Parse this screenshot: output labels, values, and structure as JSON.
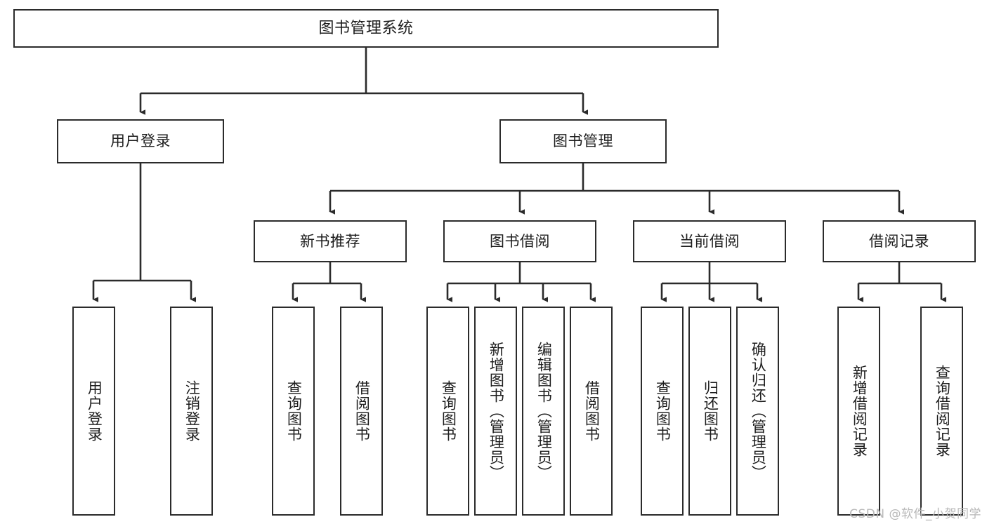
{
  "diagram": {
    "title": "图书管理系统",
    "watermark": "CSDN @软件_小贺同学",
    "line_color": "#2b2b2b",
    "box_border_color": "#2b2b2b",
    "box_fill_color": "#ffffff",
    "text_color": "#1d1d1d",
    "watermark_color": "#b8b8b8"
  },
  "nodes": {
    "root": {
      "label": "图书管理系统"
    },
    "level1": [
      {
        "label": "用户登录"
      },
      {
        "label": "图书管理"
      }
    ],
    "level2": [
      {
        "label": "新书推荐"
      },
      {
        "label": "图书借阅"
      },
      {
        "label": "当前借阅"
      },
      {
        "label": "借阅记录"
      }
    ],
    "leaves": {
      "user_login": [
        {
          "label": "用户登录"
        },
        {
          "label": "注销登录"
        }
      ],
      "new_book_recommend": [
        {
          "label": "查询图书"
        },
        {
          "label": "借阅图书"
        }
      ],
      "book_borrow": [
        {
          "label": "查询图书"
        },
        {
          "label": "新增图书（管理员）"
        },
        {
          "label": "编辑图书（管理员）"
        },
        {
          "label": "借阅图书"
        }
      ],
      "current_borrow": [
        {
          "label": "查询图书"
        },
        {
          "label": "归还图书"
        },
        {
          "label": "确认归还（管理员）"
        }
      ],
      "borrow_record": [
        {
          "label": "新增借阅记录"
        },
        {
          "label": "查询借阅记录"
        }
      ]
    }
  }
}
